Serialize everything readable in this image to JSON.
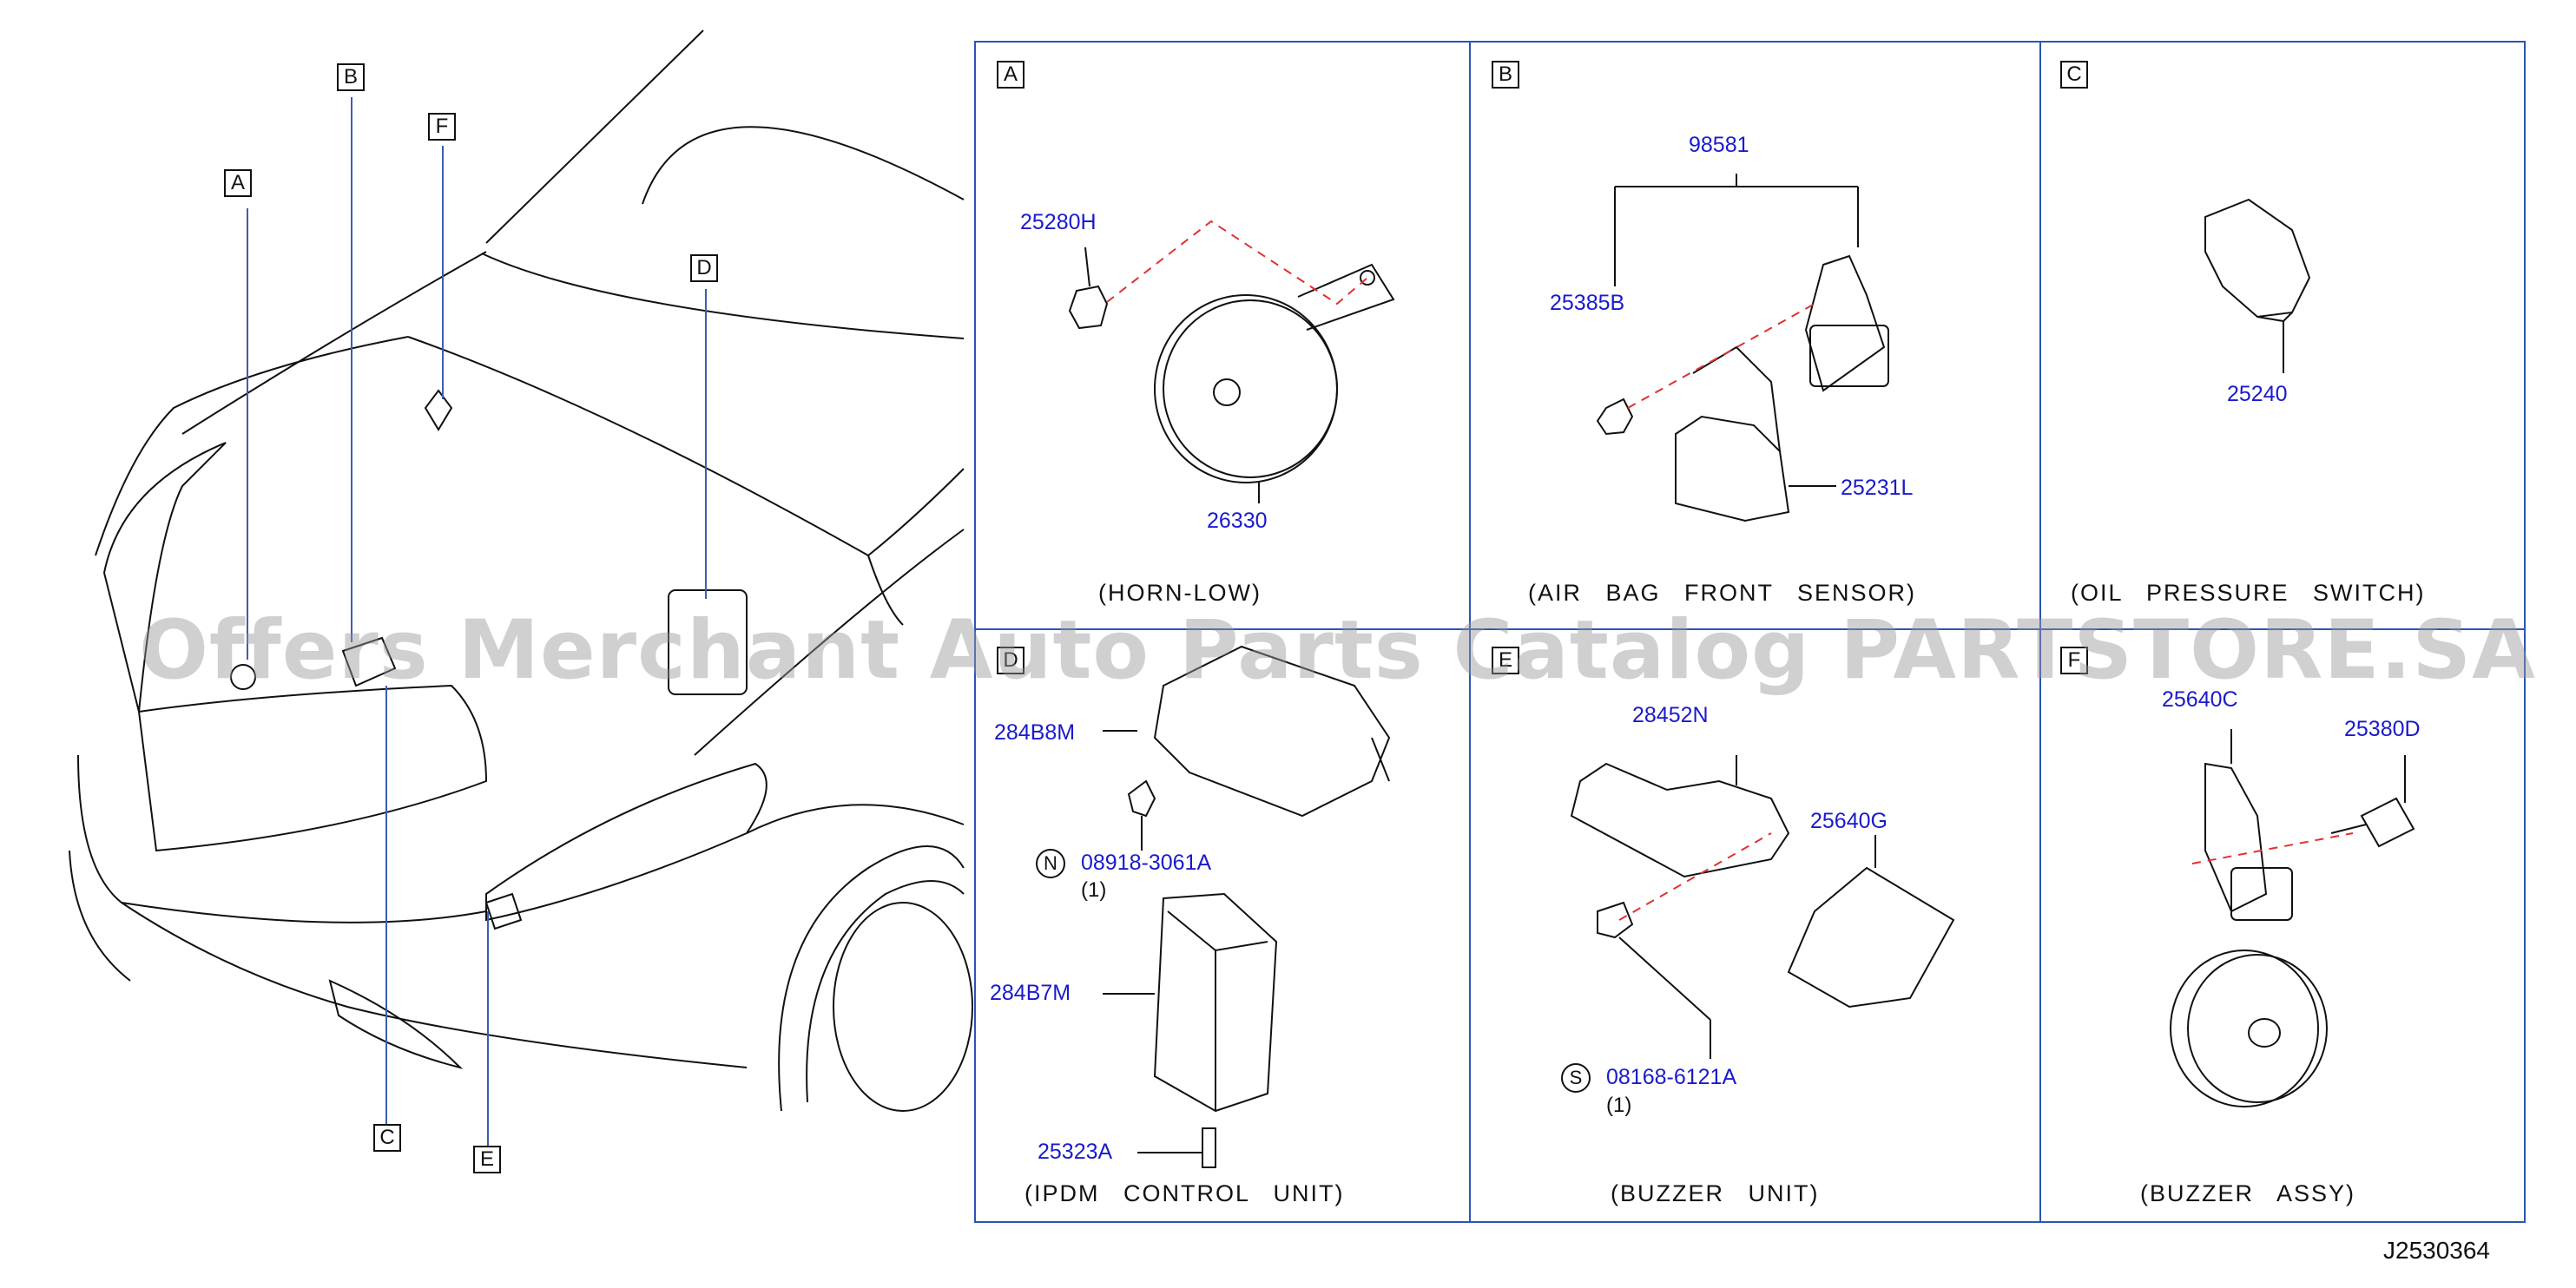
{
  "overview": {
    "callouts": [
      "A",
      "B",
      "C",
      "D",
      "E",
      "F"
    ]
  },
  "panels": [
    {
      "letter": "A",
      "caption": "(HORN-LOW)",
      "parts": [
        "25280H",
        "26330"
      ]
    },
    {
      "letter": "B",
      "caption": "(AIR BAG FRONT SENSOR)",
      "parts": [
        "98581",
        "25385B",
        "25231L"
      ]
    },
    {
      "letter": "C",
      "caption": "(OIL PRESSURE SWITCH)",
      "parts": [
        "25240"
      ]
    },
    {
      "letter": "D",
      "caption": "(IPDM CONTROL UNIT)",
      "parts": [
        "284B8M",
        "08918-3061A",
        "284B7M",
        "25323A"
      ],
      "symbol": "N",
      "qty": "(1)"
    },
    {
      "letter": "E",
      "caption": "(BUZZER UNIT)",
      "parts": [
        "28452N",
        "25640G",
        "08168-6121A"
      ],
      "symbol": "S",
      "qty": "(1)"
    },
    {
      "letter": "F",
      "caption": "(BUZZER ASSY)",
      "parts": [
        "25640C",
        "25380D"
      ]
    }
  ],
  "doc_id": "J2530364",
  "watermark": "Offers Merchant Auto Parts Catalog PARTSTORE.SA",
  "colors": {
    "part_number": "#1a1acd",
    "leader": "#3a5fb0",
    "line": "#111111",
    "panel_border": "#2b55b5",
    "dash": "#e03030"
  }
}
